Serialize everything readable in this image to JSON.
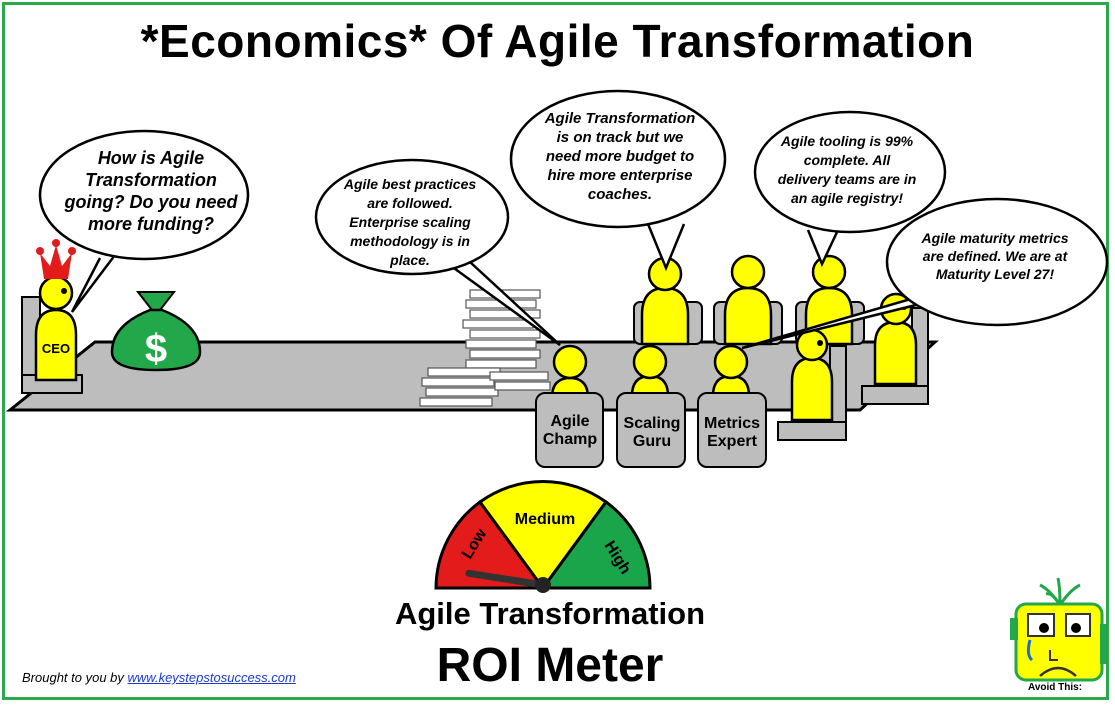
{
  "title": "*Economics* Of Agile Transformation",
  "bubbles": {
    "ceo": "How is Agile\nTransformation\ngoing? Do you need\nmore funding?",
    "champ": "Agile best practices\nare followed.\nEnterprise scaling\nmethodology is in\nplace.",
    "track": "Agile Transformation\nis on track but we\nneed more budget to\nhire more enterprise\ncoaches.",
    "tooling": "Agile tooling is 99%\ncomplete.  All\ndelivery teams are in\nan agile registry!",
    "metrics": "Agile maturity metrics\nare defined.  We are at\nMaturity Level 27!"
  },
  "people": {
    "ceo": "CEO",
    "champ": "Agile\nChamp",
    "guru": "Scaling\nGuru",
    "expert": "Metrics\nExpert"
  },
  "money_symbol": "$",
  "gauge": {
    "low": "Low",
    "medium": "Medium",
    "high": "High",
    "level_fraction": 0.05,
    "colors": {
      "low": "#e31b1b",
      "medium": "#ffff00",
      "high": "#1aa54a"
    }
  },
  "meter": {
    "subtitle": "Agile Transformation",
    "title": "ROI Meter"
  },
  "footer": {
    "prefix": "Brought to you by ",
    "link": "www.keystepstosuccess.com"
  },
  "avoid": "Avoid This:",
  "colors": {
    "figure": "#ffff00",
    "frame": "#2aa84a",
    "bag": "#22a84a",
    "table": "#bdbdbd"
  }
}
